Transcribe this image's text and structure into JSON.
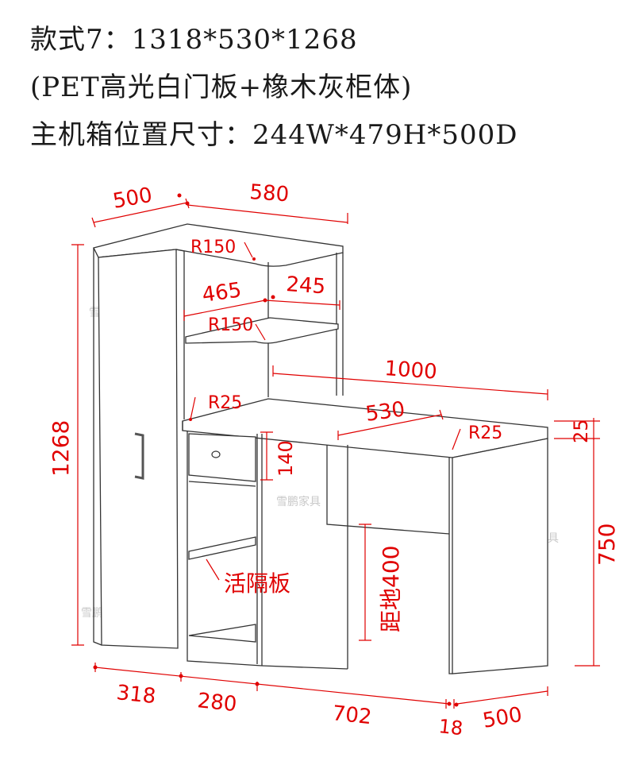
{
  "header": {
    "line1": "款式7：1318*530*1268",
    "line2": "(PET高光白门板+橡木灰柜体)",
    "line3": "主机箱位置尺寸：244W*479H*500D"
  },
  "watermark": "雪鹏家具",
  "dimensions": {
    "top_depth": "500",
    "top_width": "580",
    "corner_radius_top": "R150",
    "shelf_depth": "465",
    "shelf_width": "245",
    "corner_radius_shelf": "R150",
    "desk_length": "1000",
    "desk_corner_left": "R25",
    "desk_depth": "530",
    "desk_corner_right": "R25",
    "desktop_thickness": "25",
    "drawer_height": "140",
    "total_height": "1268",
    "desk_height": "750",
    "ground_clearance": "距地400",
    "movable_shelf": "活隔板",
    "bottom_w1": "318",
    "bottom_w2": "280",
    "bottom_w3": "702",
    "bottom_w4": "18",
    "bottom_depth": "500"
  },
  "colors": {
    "dimension": "#e00000",
    "outline": "#333333",
    "watermark": "#c9c9c9"
  }
}
